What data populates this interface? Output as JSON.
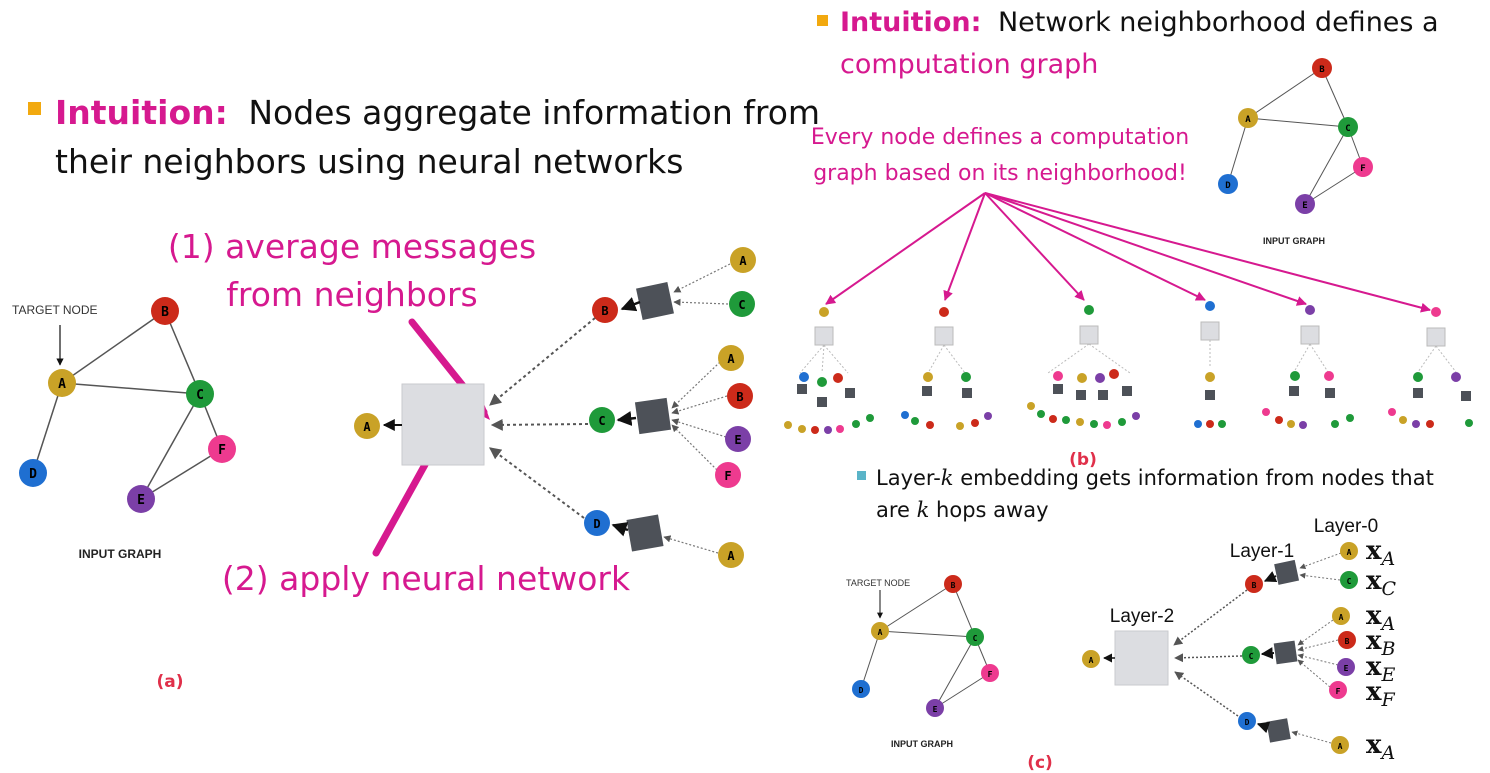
{
  "panel_a": {
    "bullet_keyword": "Intuition:",
    "bullet_line1": "Nodes aggregate information from",
    "bullet_line2": "their neighbors using neural networks",
    "target_node_label": "TARGET NODE",
    "input_graph_label": "INPUT GRAPH",
    "callout_1_line1": "(1) average messages",
    "callout_1_line2": "from neighbors",
    "callout_2": "(2) apply neural network",
    "panel_label": "(a)"
  },
  "panel_b": {
    "bullet_keyword": "Intuition:",
    "bullet_line1": "Network neighborhood defines a",
    "bullet_line2": "computation graph",
    "callout_line1": "Every node defines a computation",
    "callout_line2": "graph based on its neighborhood!",
    "input_graph_label": "INPUT GRAPH",
    "panel_label": "(b)"
  },
  "panel_c": {
    "bullet_pre": "Layer-",
    "bullet_k": "k",
    "bullet_post": " embedding gets information from nodes that",
    "bullet_line2_pre": "are ",
    "bullet_line2_k": "k",
    "bullet_line2_post": " hops away",
    "target_node_label": "TARGET NODE",
    "input_graph_label": "INPUT GRAPH",
    "layer0": "Layer-0",
    "layer1": "Layer-1",
    "layer2": "Layer-2",
    "x_base": "x",
    "x_subs": [
      "A",
      "C",
      "A",
      "B",
      "E",
      "F",
      "A"
    ],
    "panel_label": "(c)"
  },
  "nodes": {
    "A": "A",
    "B": "B",
    "C": "C",
    "D": "D",
    "E": "E",
    "F": "F"
  },
  "colors": {
    "accent_magenta": "#d6198f",
    "bullet_orange": "#f2a90f",
    "bullet_teal": "#5ab4c8",
    "node_A": "#c9a227",
    "node_B": "#cc2a1a",
    "node_C": "#1f9a3a",
    "node_D": "#1f6fd1",
    "node_E": "#7b3fa7",
    "node_F": "#ee3a8f",
    "box_dark": "#4d5158",
    "box_light": "#dcdde1"
  }
}
